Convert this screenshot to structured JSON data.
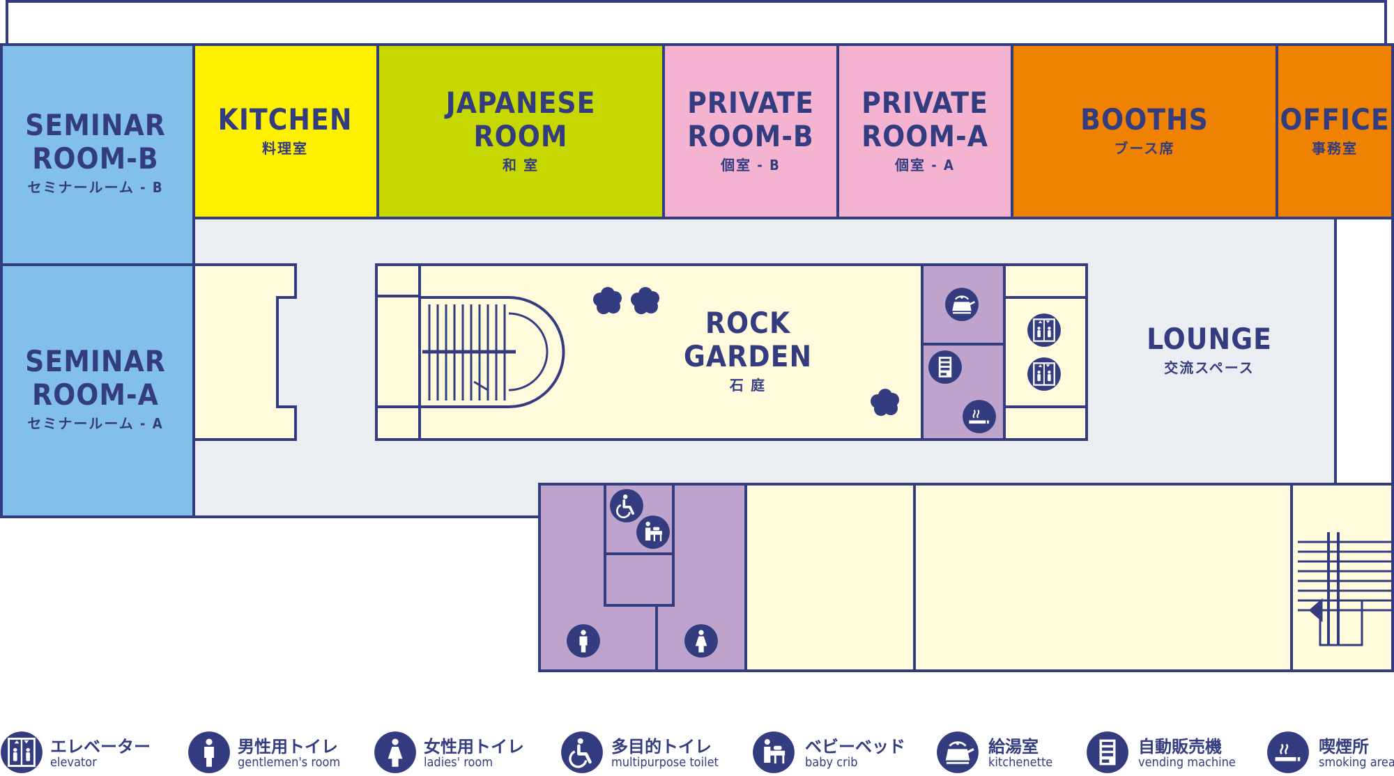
{
  "colors": {
    "line": "#343c80",
    "seminar": "#82c0ea",
    "kitchen": "#fff000",
    "japanese": "#c7d800",
    "private": "#f3b3d1",
    "booths": "#ef8200",
    "office": "#ef8200",
    "lounge": "#eaedf1",
    "cream": "#fffbdc",
    "facility": "#bea4cd",
    "white": "#ffffff"
  },
  "rooms": {
    "seminar_b": {
      "en1": "SEMINAR",
      "en2": "ROOM-B",
      "jp": "セミナールーム - B"
    },
    "seminar_a": {
      "en1": "SEMINAR",
      "en2": "ROOM-A",
      "jp": "セミナールーム - A"
    },
    "kitchen": {
      "en": "KITCHEN",
      "jp": "料理室"
    },
    "japanese": {
      "en1": "JAPANESE",
      "en2": "ROOM",
      "jp": "和 室"
    },
    "private_b": {
      "en1": "PRIVATE",
      "en2": "ROOM-B",
      "jp": "個室 - B"
    },
    "private_a": {
      "en1": "PRIVATE",
      "en2": "ROOM-A",
      "jp": "個室 - A"
    },
    "booths": {
      "en": "BOOTHS",
      "jp": "ブース席"
    },
    "office": {
      "en": "OFFICE",
      "jp": "事務室"
    },
    "rock_garden": {
      "en1": "ROCK",
      "en2": "GARDEN",
      "jp": "石 庭"
    },
    "lounge": {
      "en": "LOUNGE",
      "jp": "交流スペース"
    }
  },
  "legend": [
    {
      "icon": "elevator-icon",
      "jp": "エレベーター",
      "en": "elevator"
    },
    {
      "icon": "gentlemen-toilet-icon",
      "jp": "男性用トイレ",
      "en": "gentlemen's room"
    },
    {
      "icon": "ladies-toilet-icon",
      "jp": "女性用トイレ",
      "en": "ladies' room"
    },
    {
      "icon": "wheelchair-icon",
      "jp": "多目的トイレ",
      "en": "multipurpose toilet"
    },
    {
      "icon": "baby-crib-icon",
      "jp": "ベビーベッド",
      "en": "baby crib"
    },
    {
      "icon": "kettle-icon",
      "jp": "給湯室",
      "en": "kitchenette"
    },
    {
      "icon": "vending-machine-icon",
      "jp": "自動販売機",
      "en": "vending machine"
    },
    {
      "icon": "smoking-icon",
      "jp": "喫煙所",
      "en": "smoking area"
    }
  ]
}
